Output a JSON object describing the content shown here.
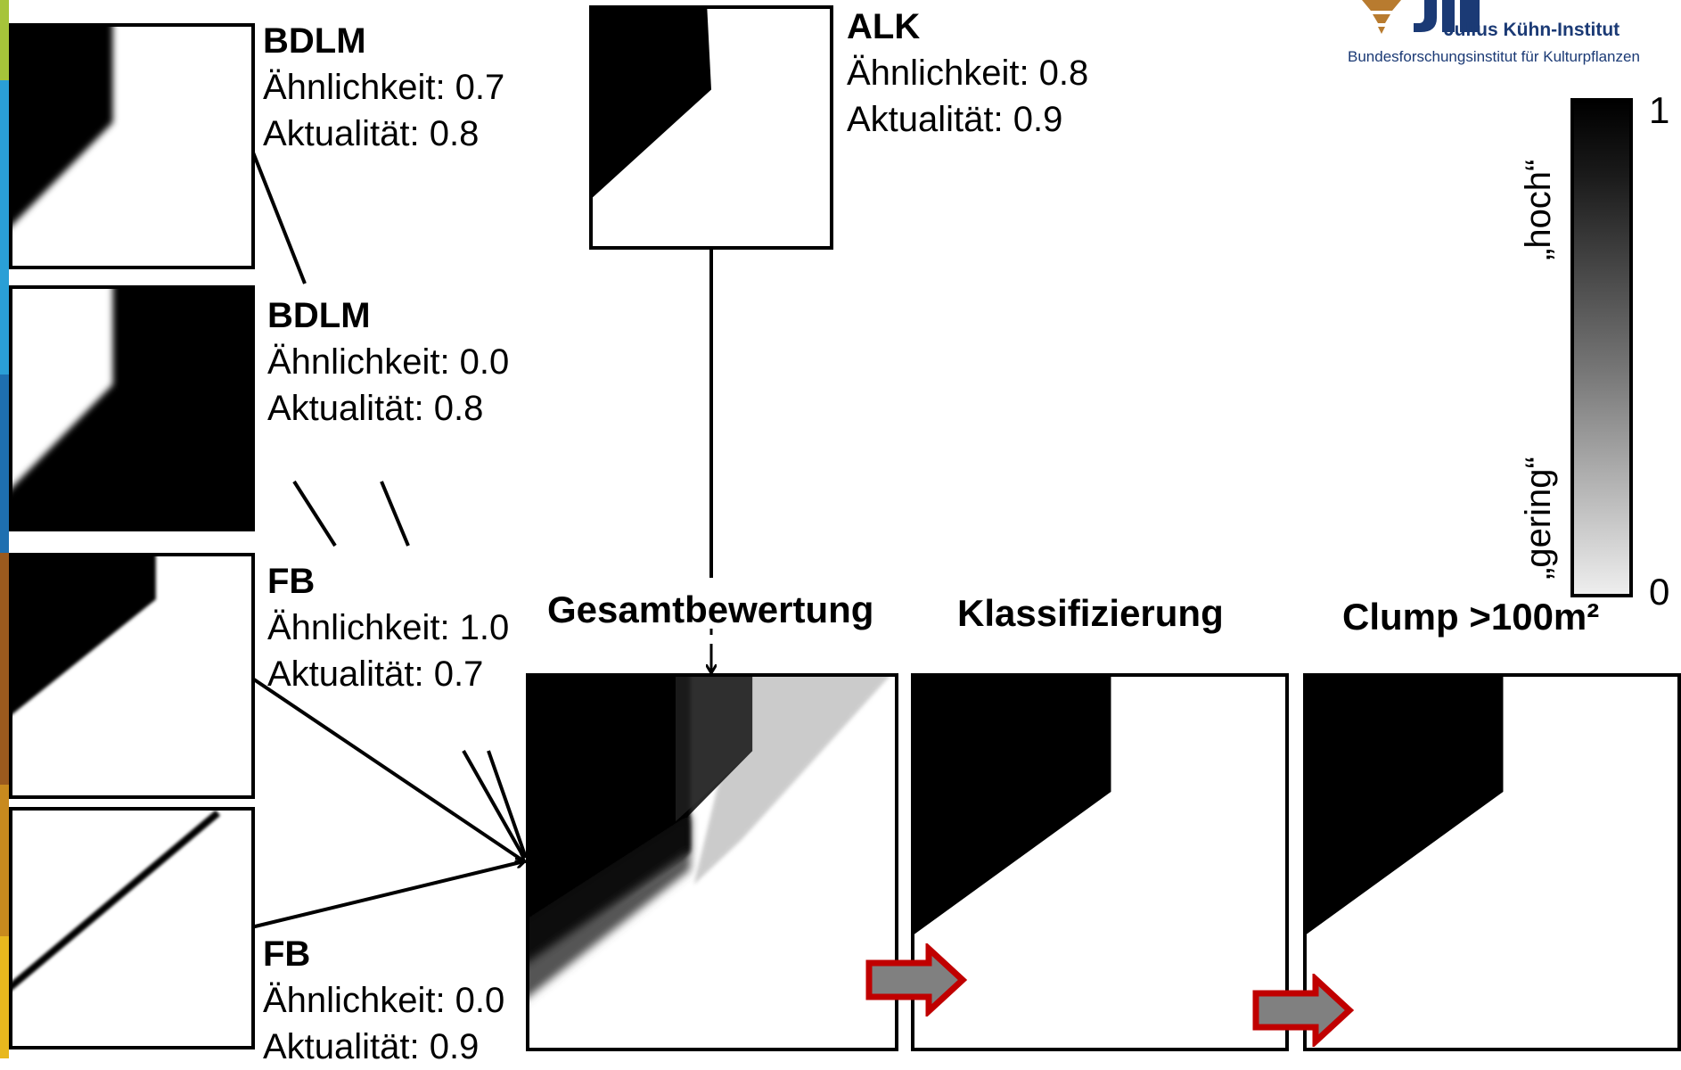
{
  "logo": {
    "name": "Julius Kühn-Institut",
    "subtitle": "Bundesforschungsinstitut für Kulturpflanzen",
    "colors": [
      "#b87b2f",
      "#1b3a75"
    ]
  },
  "inputs": [
    {
      "title": "BDLM",
      "similarity": "Ähnlichkeit: 0.7",
      "currency": "Aktualität: 0.8"
    },
    {
      "title": "BDLM",
      "similarity": "Ähnlichkeit: 0.0",
      "currency": "Aktualität: 0.8"
    },
    {
      "title": "FB",
      "similarity": "Ähnlichkeit: 1.0",
      "currency": "Aktualität: 0.7"
    },
    {
      "title": "FB",
      "similarity": "Ähnlichkeit: 0.0",
      "currency": "Aktualität: 0.9"
    },
    {
      "title": "ALK",
      "similarity": "Ähnlichkeit: 0.8",
      "currency": "Aktualität: 0.9"
    }
  ],
  "outputs": {
    "overall": "Gesamtbewertung",
    "classification": "Klassifizierung",
    "clump": "Clump >100m²"
  },
  "scale": {
    "max": "1",
    "min": "0",
    "high_label": "„hoch“",
    "low_label": "„gering“"
  },
  "colors": {
    "arrow_fill": "#808080",
    "arrow_outline": "#c00000",
    "sidebar": [
      "#a6c43a",
      "#2a9fd6",
      "#1e6fb0",
      "#9a5a1e",
      "#c88a1e",
      "#e8b81e"
    ]
  }
}
